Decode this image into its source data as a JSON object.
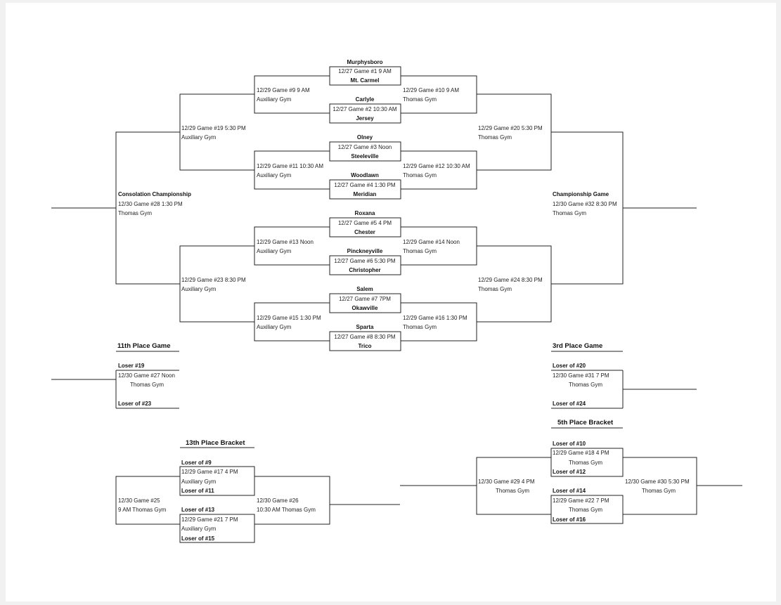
{
  "championship_bracket": {
    "first_round": [
      {
        "top": "Murphysboro",
        "info": "12/27 Game #1 9 AM",
        "bottom": "Mt. Carmel"
      },
      {
        "top": "Carlyle",
        "info": "12/27 Game #2 10:30 AM",
        "bottom": "Jersey"
      },
      {
        "top": "Olney",
        "info": "12/27 Game #3 Noon",
        "bottom": "Steeleville"
      },
      {
        "top": "Woodlawn",
        "info": "12/27 Game #4 1:30 PM",
        "bottom": "Meridian"
      },
      {
        "top": "Roxana",
        "info": "12/27 Game #5 4 PM",
        "bottom": "Chester"
      },
      {
        "top": "Pinckneyville",
        "info": "12/27 Game #6 5:30 PM",
        "bottom": "Christopher"
      },
      {
        "top": "Salem",
        "info": "12/27 Game #7 7PM",
        "bottom": "Okawville"
      },
      {
        "top": "Sparta",
        "info": "12/27 Game #8 8:30 PM",
        "bottom": "Trico"
      }
    ],
    "second_round_left": [
      {
        "time": "12/29 Game #9 9 AM",
        "venue": "Auxiliary Gym"
      },
      {
        "time": "12/29 Game #11 10:30 AM",
        "venue": "Auxiliary Gym"
      },
      {
        "time": "12/29 Game #13 Noon",
        "venue": "Auxiliary Gym"
      },
      {
        "time": "12/29 Game #15 1:30 PM",
        "venue": "Auxiliary Gym"
      }
    ],
    "second_round_right": [
      {
        "time": "12/29 Game #10 9 AM",
        "venue": "Thomas Gym"
      },
      {
        "time": "12/29 Game #12 10:30 AM",
        "venue": "Thomas Gym"
      },
      {
        "time": "12/29 Game #14 Noon",
        "venue": "Thomas Gym"
      },
      {
        "time": "12/29 Game #16 1:30 PM",
        "venue": "Thomas Gym"
      }
    ],
    "semis_left": [
      {
        "time": "12/29 Game #19 5:30 PM",
        "venue": "Auxiliary Gym"
      },
      {
        "time": "12/29 Game #23 8:30 PM",
        "venue": "Auxiliary Gym"
      }
    ],
    "semis_right": [
      {
        "time": "12/29 Game #20 5:30 PM",
        "venue": "Thomas Gym"
      },
      {
        "time": "12/29 Game #24 8:30 PM",
        "venue": "Thomas Gym"
      }
    ],
    "consolation_final": {
      "title": "Consolation Championship",
      "time": "12/30 Game #28 1:30 PM",
      "venue": "Thomas Gym"
    },
    "championship_final": {
      "title": "Championship Game",
      "time": "12/30 Game #32 8:30 PM",
      "venue": "Thomas Gym"
    }
  },
  "eleventh_place": {
    "title": "11th Place Game",
    "top": "Loser #19",
    "time": "12/30 Game #27 Noon",
    "venue": "Thomas Gym",
    "bottom": "Loser of #23"
  },
  "third_place": {
    "title": "3rd Place Game",
    "top": "Loser of #20",
    "time": "12/30 Game #31 7 PM",
    "venue": "Thomas Gym",
    "bottom": "Loser of #24"
  },
  "thirteenth_bracket": {
    "title": "13th Place Bracket",
    "game17": {
      "top": "Loser of #9",
      "time": "12/29 Game #17 4 PM",
      "venue": "Auxiliary Gym",
      "bottom": "Loser of #11"
    },
    "game21": {
      "top": "Loser of #13",
      "time": "12/29 Game #21 7 PM",
      "venue": "Auxiliary Gym",
      "bottom": "Loser of #15"
    },
    "game25": {
      "line1": "12/30 Game #25",
      "line2": "9 AM Thomas Gym"
    },
    "game26": {
      "line1": "12/30 Game #26",
      "line2": "10:30 AM Thomas Gym"
    }
  },
  "fifth_bracket": {
    "title": "5th Place Bracket",
    "game18": {
      "top": "Loser of #10",
      "time": "12/29 Game #18 4 PM",
      "venue": "Thomas Gym",
      "bottom": "Loser of #12"
    },
    "game22": {
      "top": "Loser of #14",
      "time": "12/29 Game #22 7 PM",
      "venue": "Thomas Gym",
      "bottom": "Loser of #16"
    },
    "game29": {
      "line1": "12/30 Game #29 4 PM",
      "line2": "Thomas Gym"
    },
    "game30": {
      "line1": "12/30 Game #30 5:30 PM",
      "line2": "Thomas Gym"
    }
  }
}
